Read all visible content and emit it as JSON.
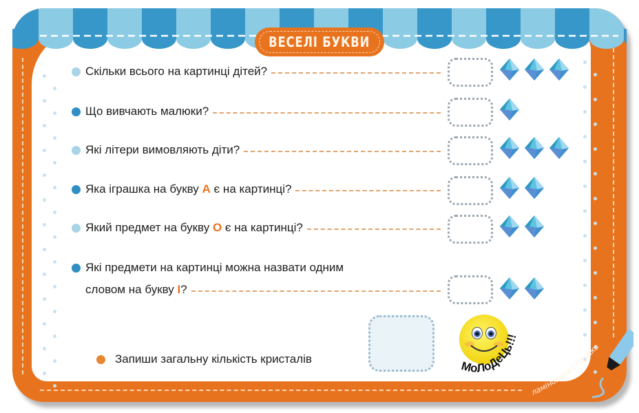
{
  "header": {
    "title": "ВЕСЕЛІ БУКВИ"
  },
  "colors": {
    "orange": "#e8731f",
    "blue_dark": "#3797c9",
    "blue_light": "#8ccbe4",
    "gem": "#4fb3d9",
    "text": "#1e1e1e"
  },
  "questions": [
    {
      "bullet": "light",
      "text": "Скільки всього на картинці дітей?",
      "gems": 3
    },
    {
      "bullet": "dark",
      "text": "Що вивчають малюки?",
      "gems": 1
    },
    {
      "bullet": "light",
      "text": "Які літери вимовляють діти?",
      "gems": 3
    },
    {
      "bullet": "dark",
      "text_before": "Яка іграшка на букву ",
      "letter": "А",
      "text_after": " є на картинці?",
      "gems": 2
    },
    {
      "bullet": "light",
      "text_before": "Який предмет на букву ",
      "letter": "О",
      "text_after": " є на картинці?",
      "gems": 2
    },
    {
      "bullet": "dark",
      "line1": "Які предмети на картинці можна назвати одним",
      "text_before": "словом на букву ",
      "letter": "І",
      "text_after": "?",
      "gems": 2
    }
  ],
  "total": {
    "text": "Запиши загальну кількість кристалів"
  },
  "badge": {
    "praise": "МоЛоДеЦь!!!",
    "laminated": "ламінована сторінка"
  },
  "icons": {
    "gem": "crystal-icon",
    "smiley": "smiley-face-icon",
    "marker": "marker-pen-icon"
  }
}
